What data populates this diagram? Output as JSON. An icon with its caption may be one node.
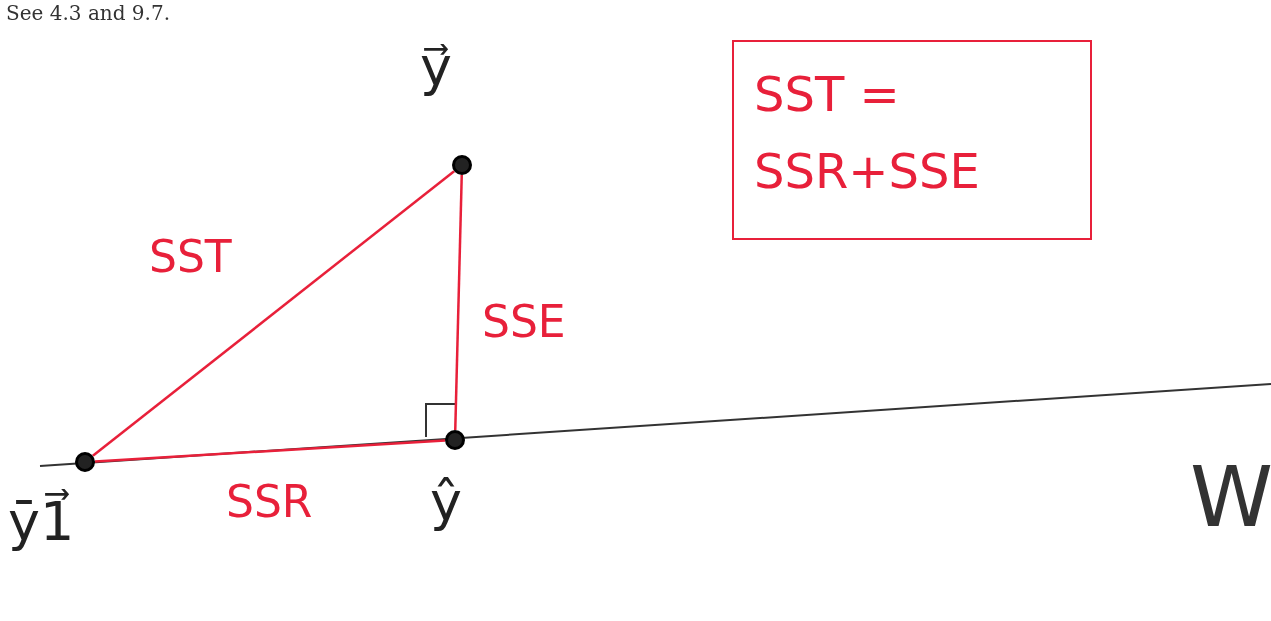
{
  "diagram": {
    "nodes": [
      {
        "text": [],
        "shape": "circle",
        "beside": [
          "y⃗"
        ]
      },
      {
        "text": [],
        "shape": "circle",
        "beside": [
          "ŷ"
        ]
      },
      {
        "text": [],
        "shape": "circle",
        "beside": [
          "ȳ1⃗"
        ]
      },
      {
        "text": [
          "SST =",
          "SSR+SSE"
        ]
      }
    ],
    "edges": [
      {
        "from": 2,
        "to": 0,
        "arrow": "none",
        "label": "SST"
      },
      {
        "from": 0,
        "to": 1,
        "arrow": "none",
        "label": "SSE"
      },
      {
        "from": 2,
        "to": 1,
        "arrow": "none",
        "label": "SSR"
      }
    ],
    "labels": [
      "See 4.3 and 9.7.",
      "W"
    ]
  }
}
